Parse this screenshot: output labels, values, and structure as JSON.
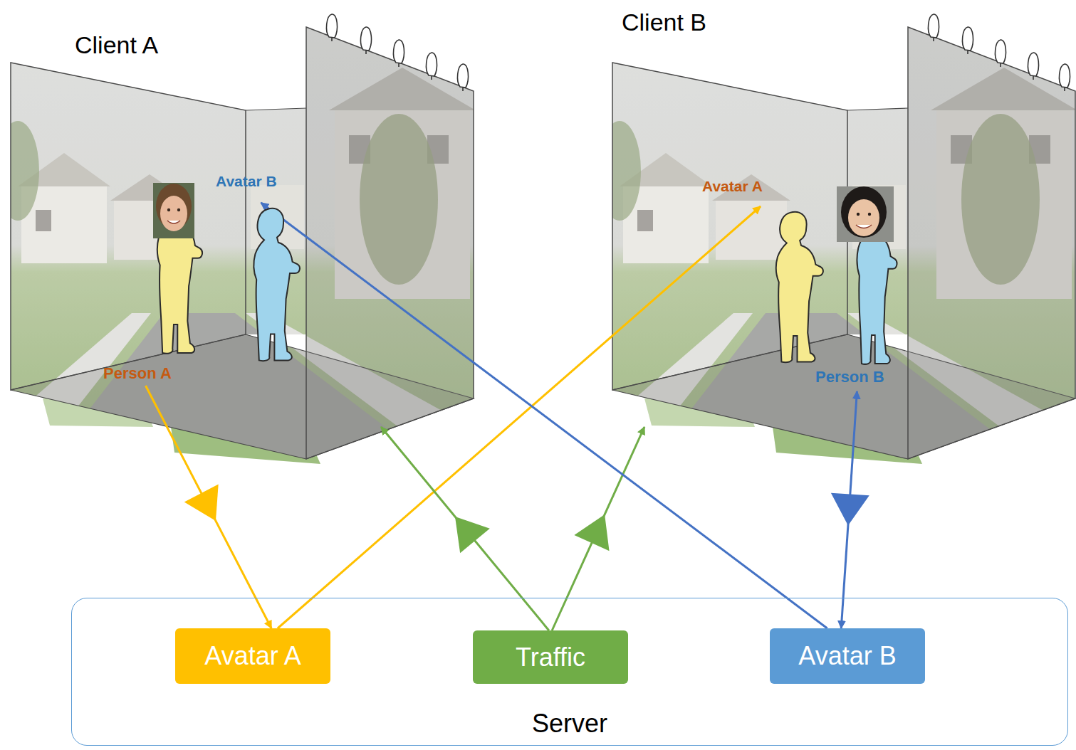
{
  "diagram": {
    "nodes": [
      {
        "text": [
          "Client A"
        ]
      },
      {
        "text": [
          "Person A"
        ],
        "in": 0
      },
      {
        "text": [
          "Avatar B"
        ],
        "in": 0
      },
      {
        "text": [
          "Client B"
        ]
      },
      {
        "text": [
          "Avatar A"
        ],
        "in": 3
      },
      {
        "text": [
          "Person B"
        ],
        "in": 3
      },
      {
        "text": [
          "Server"
        ]
      },
      {
        "text": [
          "Avatar A"
        ],
        "in": 6
      },
      {
        "text": [
          "Traffic"
        ],
        "in": 6
      },
      {
        "text": [
          "Avatar B"
        ],
        "in": 6
      }
    ],
    "edges": [
      {
        "from": 1,
        "to": 7,
        "arrow": "to"
      },
      {
        "from": 7,
        "to": 4,
        "arrow": "to"
      },
      {
        "from": 8,
        "to": 0,
        "arrow": "to"
      },
      {
        "from": 8,
        "to": 3,
        "arrow": "to"
      },
      {
        "from": 9,
        "to": 2,
        "arrow": "to"
      },
      {
        "from": 9,
        "to": 5,
        "arrow": "both"
      }
    ]
  }
}
